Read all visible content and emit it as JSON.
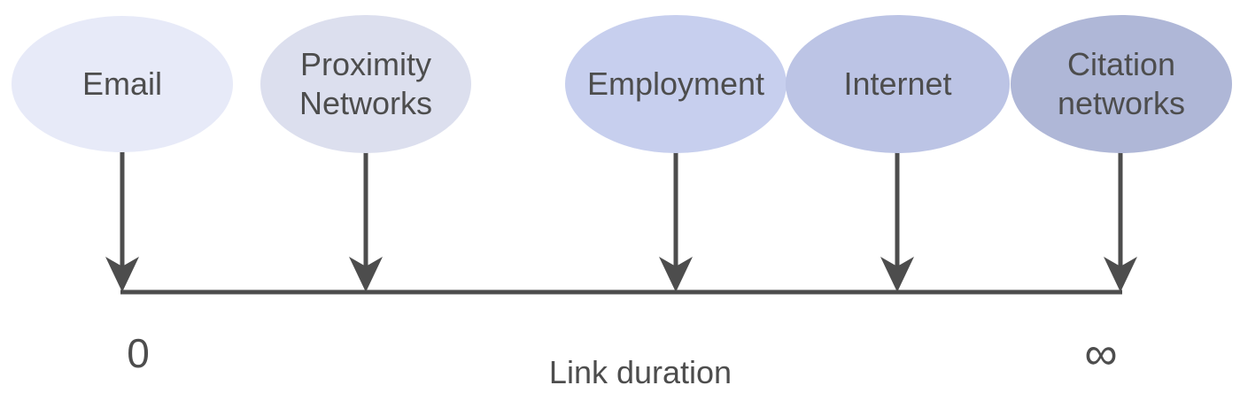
{
  "diagram": {
    "nodes": [
      {
        "label": "Email",
        "color": "#e7eaf8"
      },
      {
        "label": "Proximity Networks",
        "color": "#dcdfee"
      },
      {
        "label": "Employment",
        "color": "#c7cfee"
      },
      {
        "label": "Internet",
        "color": "#bcc4e5"
      },
      {
        "label": "Citation networks",
        "color": "#afb7d7"
      }
    ],
    "axis": {
      "min_label": "0",
      "max_label": "∞",
      "title": "Link duration"
    },
    "stroke_color": "#4d4d4d",
    "text_color": "#4d4d4d"
  }
}
